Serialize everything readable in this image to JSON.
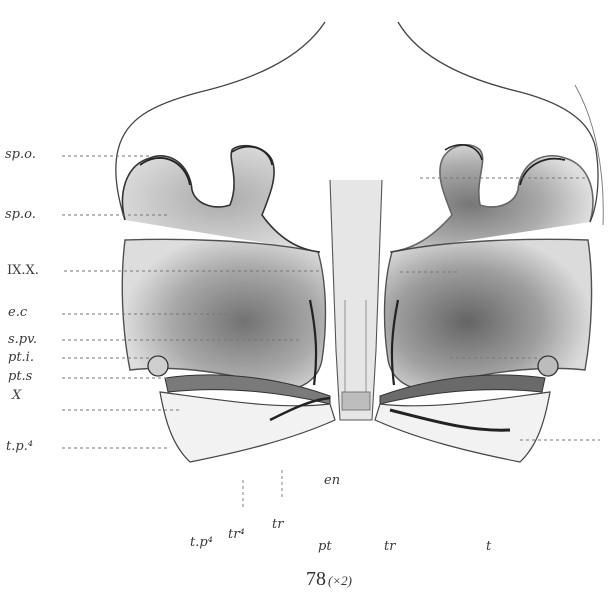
{
  "figure": {
    "caption": "78",
    "caption_suffix": "(×2)",
    "left_labels": [
      "sp.o.",
      "sp.o.",
      "IX.X.",
      "e.c",
      "s.pv.",
      "pt.i.",
      "pt.s",
      "X",
      "t.p.⁴"
    ],
    "bottom_labels": [
      "t.p⁴",
      "tr⁴",
      "tr",
      "pt",
      "tr",
      "t"
    ],
    "center_label": "en"
  }
}
